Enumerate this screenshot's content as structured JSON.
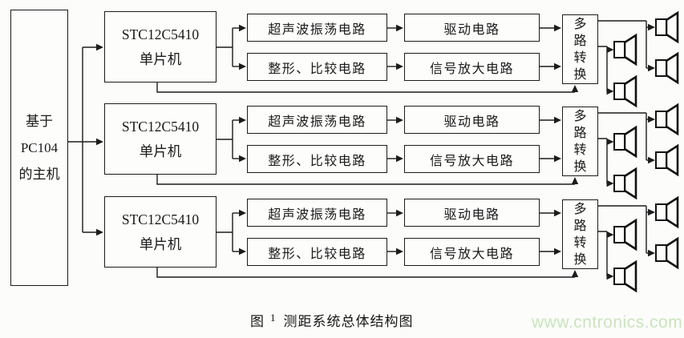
{
  "host": {
    "label": "基于\nPC104\n的主机"
  },
  "channels": [
    {
      "mcu_label": "STC12C5410\n单片机",
      "oscillator_label": "超声波振荡电路",
      "shaping_label": "整形、比较电路",
      "driver_label": "驱动电路",
      "amplifier_label": "信号放大电路",
      "mux_label": "多路转换",
      "transducer_count": 4
    },
    {
      "mcu_label": "STC12C5410\n单片机",
      "oscillator_label": "超声波振荡电路",
      "shaping_label": "整形、比较电路",
      "driver_label": "驱动电路",
      "amplifier_label": "信号放大电路",
      "mux_label": "多路转换",
      "transducer_count": 4
    },
    {
      "mcu_label": "STC12C5410\n单片机",
      "oscillator_label": "超声波振荡电路",
      "shaping_label": "整形、比较电路",
      "driver_label": "驱动电路",
      "amplifier_label": "信号放大电路",
      "mux_label": "多路转换",
      "transducer_count": 4
    }
  ],
  "caption": {
    "figure_label": "图",
    "figure_number": "1",
    "title": "测距系统总体结构图"
  },
  "watermark": {
    "text": "www.cntronics.com",
    "color": "#c8e5bb"
  },
  "colors": {
    "line": "#1c1c1c",
    "box_border": "#1c1c1c",
    "background": "#fcfcfb",
    "watermark": "#c8e5bb"
  }
}
